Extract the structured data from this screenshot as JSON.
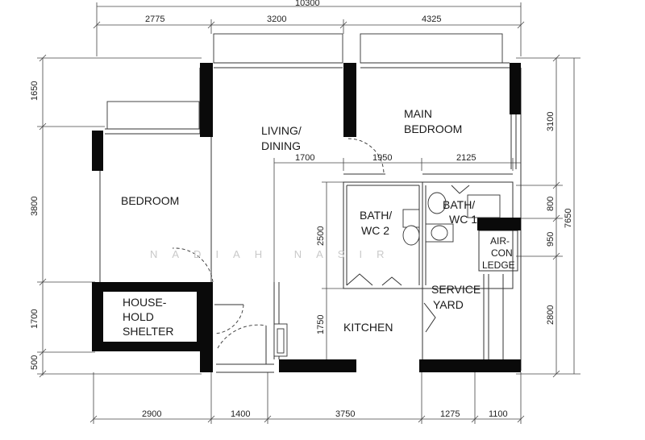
{
  "dimensions": {
    "total_top": "10300",
    "top": [
      "2775",
      "3200",
      "4325"
    ],
    "inner_top": [
      "1700",
      "1950",
      "2125"
    ],
    "bottom": [
      "2900",
      "1400",
      "3750",
      "1275",
      "1100"
    ],
    "left": [
      "1650",
      "3800",
      "1700",
      "500"
    ],
    "right": [
      "3100",
      "800",
      "950",
      "2800"
    ],
    "total_right": "7650",
    "inner_vertical": [
      "2500",
      "1750"
    ]
  },
  "rooms": {
    "living_line1": "LIVING/",
    "living_line2": "DINING",
    "main_line1": "MAIN",
    "main_line2": "BEDROOM",
    "bedroom": "BEDROOM",
    "bath2_line1": "BATH/",
    "bath2_line2": "WC 2",
    "bath1_line1": "BATH/",
    "bath1_line2": "WC 1",
    "aircon_line1": "AIR-",
    "aircon_line2": "CON",
    "aircon_line3": "LEDGE",
    "shelter_line1": "HOUSE-",
    "shelter_line2": "HOLD",
    "shelter_line3": "SHELTER",
    "service_line1": "SERVICE",
    "service_line2": "YARD",
    "kitchen": "KITCHEN"
  },
  "watermark": "NADIAH NASIR"
}
